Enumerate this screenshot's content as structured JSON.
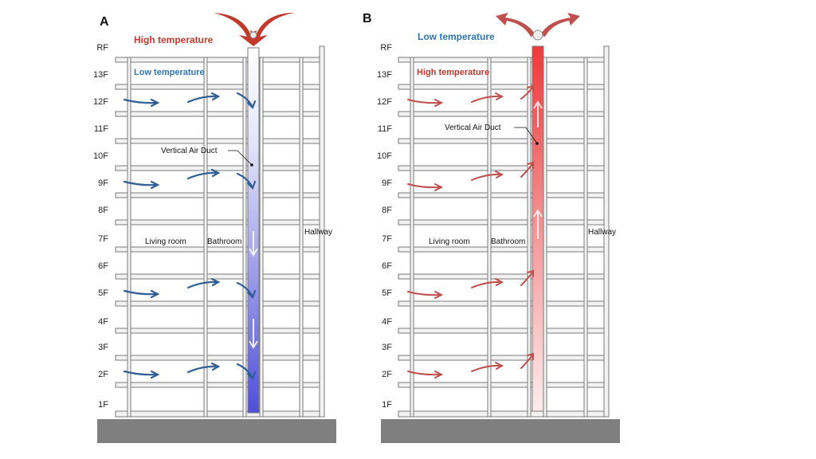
{
  "panels": [
    {
      "id": "A",
      "panel_label": "A",
      "top_label": "High temperature",
      "inner_label": "Low temperature",
      "duct_label": "Vertical Air Duct",
      "rooms": {
        "living": "Living  room",
        "bath": "Bathroom",
        "hall": "Hallway"
      },
      "floors": [
        "RF",
        "13F",
        "12F",
        "11F",
        "10F",
        "9F",
        "8F",
        "7F",
        "6F",
        "5F",
        "4F",
        "3F",
        "2F",
        "1F"
      ],
      "colors": {
        "top_label": "#c0392b",
        "inner_label": "#2e75b6",
        "arrows": "#2f5f94",
        "duct": "#6060d8",
        "roof_arrow": "#c0392b"
      }
    },
    {
      "id": "B",
      "panel_label": "B",
      "top_label": "Low temperature",
      "inner_label": "High temperature",
      "duct_label": "Vertical Air Duct",
      "rooms": {
        "living": "Living  room",
        "bath": "Bathroom",
        "hall": "Hallway"
      },
      "floors": [
        "RF",
        "13F",
        "12F",
        "11F",
        "10F",
        "9F",
        "8F",
        "7F",
        "6F",
        "5F",
        "4F",
        "3F",
        "2F",
        "1F"
      ],
      "colors": {
        "top_label": "#2e75b6",
        "inner_label": "#c0392b",
        "arrows": "#c0504d",
        "duct": "#e84a4a",
        "roof_arrow": "#c0504d"
      }
    }
  ]
}
